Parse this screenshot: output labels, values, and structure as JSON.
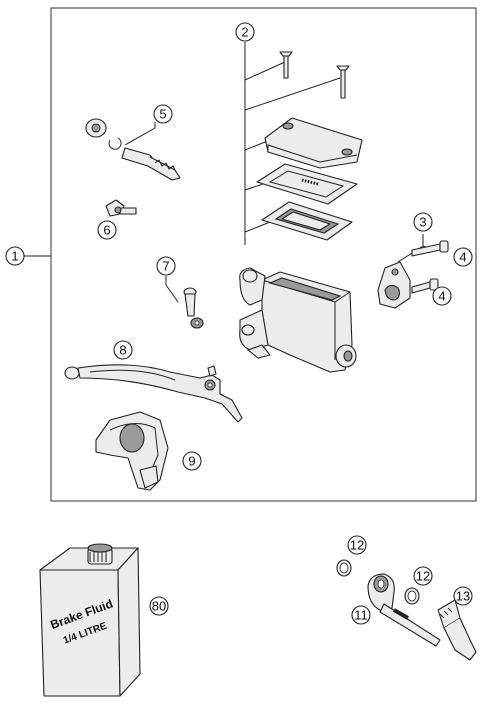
{
  "callouts": {
    "c1": "1",
    "c2": "2",
    "c3": "3",
    "c4a": "4",
    "c4b": "4",
    "c5": "5",
    "c6": "6",
    "c7": "7",
    "c8": "8",
    "c9": "9",
    "c11": "11",
    "c12a": "12",
    "c12b": "12",
    "c13": "13",
    "c80": "80"
  },
  "bottle_label": {
    "line1": "Brake Fluid",
    "line2": "1/4 LITRE"
  }
}
